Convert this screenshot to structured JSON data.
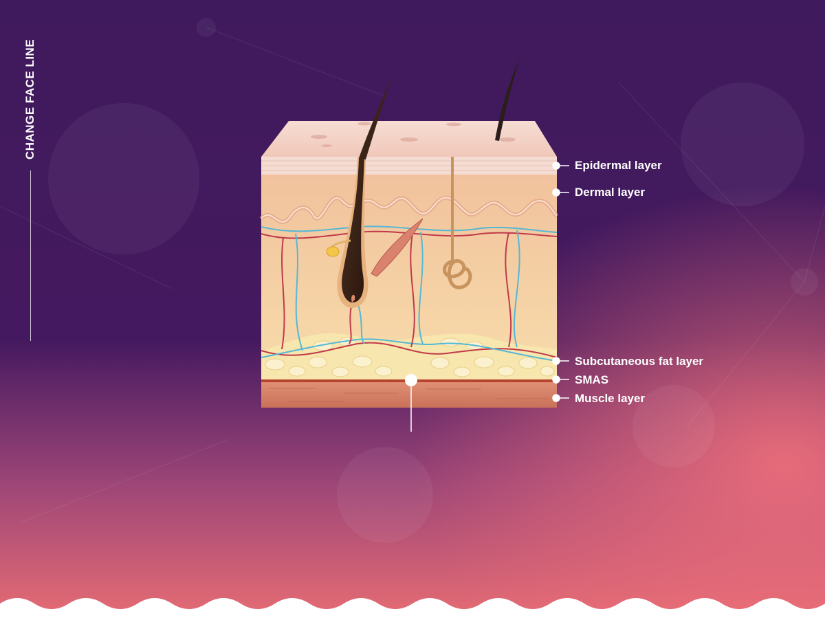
{
  "side_title": "CHANGE FACE LINE",
  "layers": [
    {
      "key": "epidermal",
      "label": "Epidermal layer"
    },
    {
      "key": "dermal",
      "label": "Dermal layer"
    },
    {
      "key": "subcutaneous",
      "label": "Subcutaneous fat layer"
    },
    {
      "key": "smas",
      "label": "SMAS"
    },
    {
      "key": "muscle",
      "label": "Muscle layer"
    }
  ],
  "colors": {
    "background_top": "#3f1a5c",
    "background_bottom": "#e66c74",
    "epidermis": "#f3d2c8",
    "dermis": "#f4c9a4",
    "fat": "#f5e3a8",
    "smas": "#b7452d",
    "muscle": "#d9866b",
    "artery": "#c0394a",
    "vein": "#55b8d6",
    "hair": "#3a2418"
  }
}
